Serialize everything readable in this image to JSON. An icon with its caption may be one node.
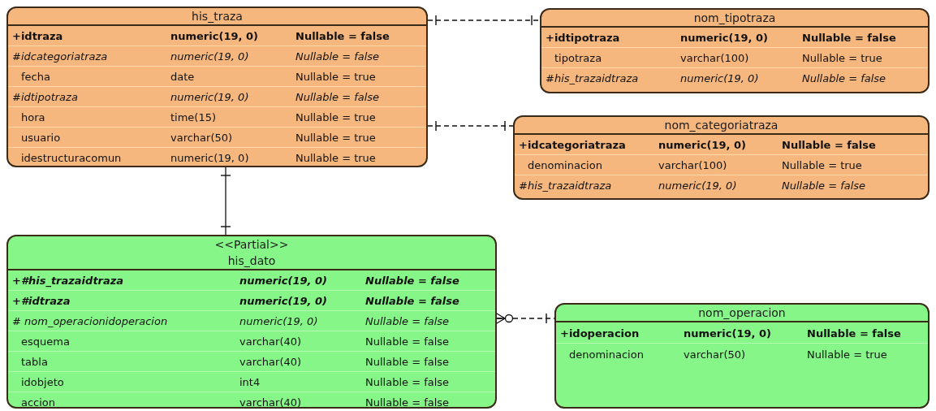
{
  "diagram": {
    "nodes": [
      {
        "text": [
          "his_traza",
          "+idtraza",
          "numeric(19, 0)",
          "Nullable = false",
          "#idcategoriatraza",
          "numeric(19, 0)",
          "Nullable = false",
          "fecha",
          "date",
          "Nullable = true",
          "#idtipotraza",
          "numeric(19, 0)",
          "Nullable = false",
          "hora",
          "time(15)",
          "Nullable = true",
          "usuario",
          "varchar(50)",
          "Nullable = true",
          "idestructuracomun",
          "numeric(19, 0)",
          "Nullable = true"
        ]
      },
      {
        "text": [
          "nom_tipotraza",
          "+idtipotraza",
          "numeric(19, 0)",
          "Nullable = false",
          "tipotraza",
          "varchar(100)",
          "Nullable = true",
          "#his_trazaidtraza",
          "numeric(19, 0)",
          "Nullable = false"
        ]
      },
      {
        "text": [
          "nom_categoriatraza",
          "+idcategoriatraza",
          "numeric(19, 0)",
          "Nullable = false",
          "denominacion",
          "varchar(100)",
          "Nullable = true",
          "#his_trazaidtraza",
          "numeric(19, 0)",
          "Nullable = false"
        ]
      },
      {
        "text": [
          "<<Partial>>",
          "his_dato",
          "+#his_trazaidtraza",
          "numeric(19, 0)",
          "Nullable = false",
          "+#idtraza",
          "numeric(19, 0)",
          "Nullable = false",
          "# nom_operacionidoperacion",
          "numeric(19, 0)",
          "Nullable = false",
          "esquema",
          "varchar(40)",
          "Nullable = false",
          "tabla",
          "varchar(40)",
          "Nullable = false",
          "idobjeto",
          "int4",
          "Nullable = false",
          "accion",
          "varchar(40)",
          "Nullable = false"
        ]
      },
      {
        "text": [
          "nom_operacion",
          "+idoperacion",
          "numeric(19, 0)",
          "Nullable = false",
          "denominacion",
          "varchar(50)",
          "Nullable = true"
        ]
      }
    ],
    "edges": [
      {
        "from": 0,
        "to": 1,
        "arrow": "other",
        "style": "dashed"
      },
      {
        "from": 0,
        "to": 2,
        "arrow": "other",
        "style": "dashed"
      },
      {
        "from": 0,
        "to": 3,
        "arrow": "other"
      },
      {
        "from": 3,
        "to": 4,
        "arrow": "other",
        "style": "dashed"
      }
    ]
  }
}
